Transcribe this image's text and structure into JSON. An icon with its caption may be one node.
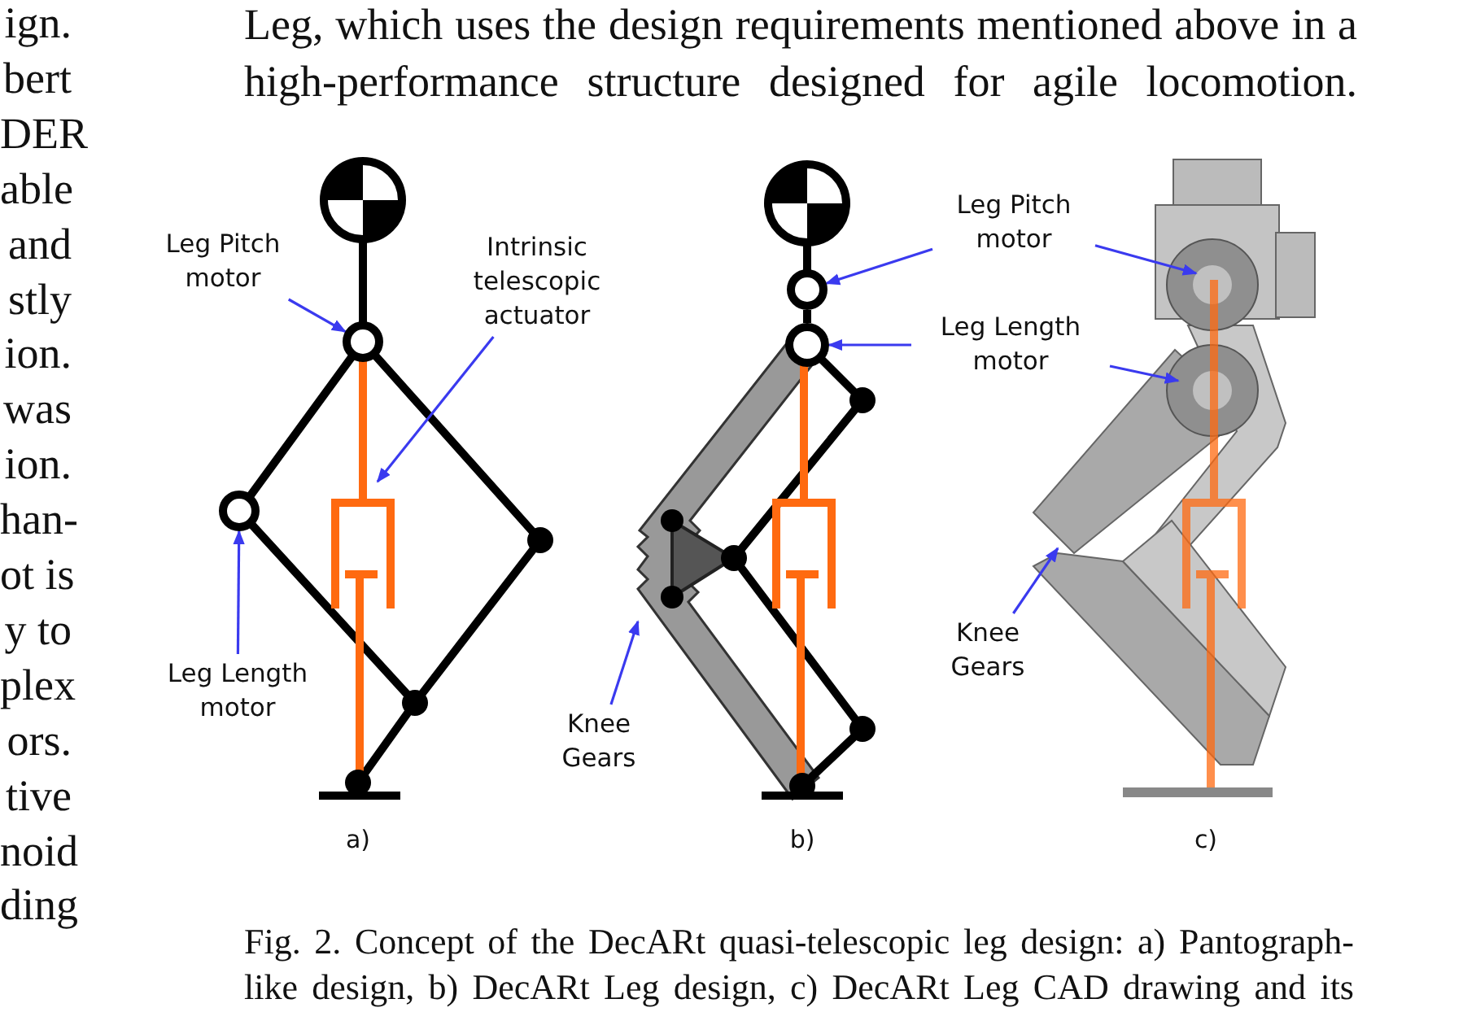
{
  "diagram": {
    "caption": "Fig. 2. Concept of the DecARt quasi-telescopic leg design: a) Pantograph-like design, b) DecARt Leg design, c) DecARt Leg CAD drawing and its",
    "nodes": [
      {
        "text": [
          "Leg Pitch motor"
        ]
      },
      {
        "text": [],
        "shape": "circle"
      },
      {
        "text": [
          "Intrinsic telescopic actuator"
        ]
      },
      {
        "text": [
          "Leg Length motor"
        ]
      },
      {
        "text": [],
        "shape": "circle"
      },
      {
        "text": [
          "Knee Gears"
        ]
      },
      {
        "text": [
          "Leg Pitch motor"
        ]
      },
      {
        "text": [],
        "shape": "circle"
      },
      {
        "text": [
          "Leg Length motor"
        ]
      },
      {
        "text": [],
        "shape": "circle"
      },
      {
        "text": [
          "Knee Gears"
        ]
      }
    ],
    "edges": [
      {
        "from": 0,
        "to": 1,
        "arrow": "to"
      },
      {
        "from": 2,
        "to": null,
        "arrow": "to"
      },
      {
        "from": 3,
        "to": 4,
        "arrow": "to"
      },
      {
        "from": 5,
        "to": null,
        "arrow": "to"
      },
      {
        "from": 6,
        "to": 7,
        "arrow": "to"
      },
      {
        "from": 6,
        "to": null,
        "arrow": "to"
      },
      {
        "from": 8,
        "to": 9,
        "arrow": "to"
      },
      {
        "from": 8,
        "to": null,
        "arrow": "to"
      },
      {
        "from": 10,
        "to": null,
        "arrow": "to"
      },
      {
        "from": 7,
        "to": 9,
        "arrow": "none",
        "style": "thick",
        "color": "#000000"
      }
    ],
    "labels": [
      "ign.",
      "bert",
      "DER",
      "able",
      "and",
      "stly",
      "ion.",
      "was",
      "ion.",
      "han-",
      "ot is",
      "y to",
      "plex",
      "ors.",
      "tive",
      "noid",
      "ding",
      "Leg, which uses the design requirements mentioned above in a high-performance structure designed for agile locomotion.",
      "a)",
      "b)",
      "c)"
    ]
  }
}
